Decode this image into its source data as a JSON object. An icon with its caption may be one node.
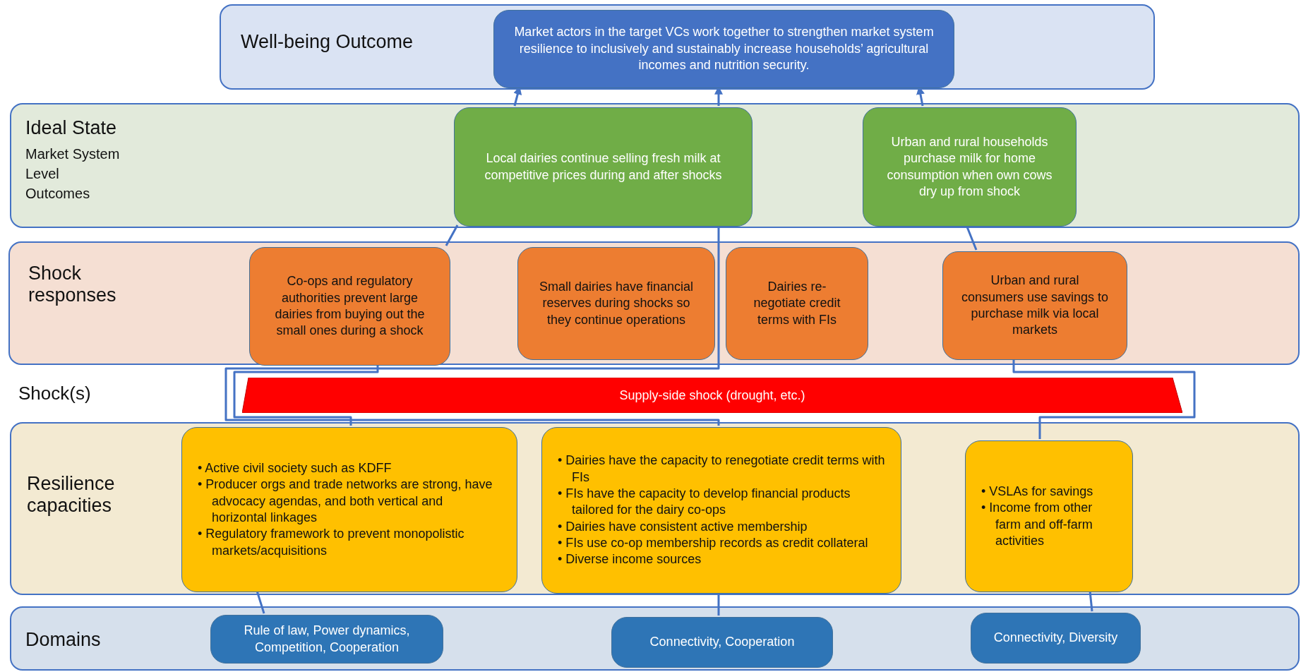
{
  "diagram": {
    "nodes": [
      {
        "text": [
          "Well-being Outcome"
        ]
      },
      {
        "text": [
          "Market actors in the target VCs work together to strengthen market system resilience to inclusively and sustainably increase households’ agricultural incomes and nutrition security."
        ],
        "in": 0
      },
      {
        "text": [
          "Ideal State",
          "Market System Level Outcomes"
        ]
      },
      {
        "text": [
          "Local dairies continue selling fresh milk at competitive prices during and after shocks"
        ],
        "in": 2
      },
      {
        "text": [
          "Urban and rural households purchase milk for home consumption when own cows dry up from shock"
        ],
        "in": 2
      },
      {
        "text": [
          "Shock responses"
        ]
      },
      {
        "text": [
          "Co-ops and regulatory authorities prevent large dairies from buying out the small ones during a shock"
        ],
        "in": 5
      },
      {
        "text": [
          "Small dairies have financial reserves during shocks so they continue operations"
        ],
        "in": 5
      },
      {
        "text": [
          "Dairies re-negotiate credit terms with FIs"
        ],
        "in": 5
      },
      {
        "text": [
          "Urban and rural consumers use savings to purchase milk via local markets"
        ],
        "in": 5
      },
      {
        "text": [
          "Supply-side shock (drought, etc.)"
        ]
      },
      {
        "text": [
          "Resilience capacities"
        ]
      },
      {
        "text": [
          "• Active civil society such as KDFF",
          "• Producer orgs and trade networks are strong, have advocacy agendas, and both vertical and horizontal linkages",
          "• Regulatory framework to prevent monopolistic markets/acquisitions"
        ],
        "in": 11
      },
      {
        "text": [
          "• Dairies have the capacity to renegotiate credit terms with FIs",
          "• FIs have the capacity to develop financial products tailored for the dairy co-ops",
          "• Dairies have consistent active membership",
          "• FIs use co-op membership records as credit collateral",
          "• Diverse income sources"
        ],
        "in": 11
      },
      {
        "text": [
          "• VSLAs for savings",
          "• Income from other farm and off-farm activities"
        ],
        "in": 11
      },
      {
        "text": [
          "Domains"
        ]
      },
      {
        "text": [
          "Rule of law, Power dynamics, Competition, Cooperation"
        ],
        "in": 15
      },
      {
        "text": [
          "Connectivity, Cooperation"
        ],
        "in": 15
      },
      {
        "text": [
          "Connectivity, Diversity"
        ],
        "in": 15
      }
    ],
    "edges": [
      {
        "from": 16,
        "to": 12,
        "arrow": "none"
      },
      {
        "from": 12,
        "to": 6,
        "arrow": "none"
      },
      {
        "from": 6,
        "to": 3,
        "arrow": "none"
      },
      {
        "from": 3,
        "to": 1,
        "arrow": "to"
      },
      {
        "from": 17,
        "to": 13,
        "arrow": "none"
      },
      {
        "from": 13,
        "to": 3,
        "arrow": "none"
      },
      {
        "from": 3,
        "to": 1,
        "arrow": "to"
      },
      {
        "from": 18,
        "to": 14,
        "arrow": "none"
      },
      {
        "from": 14,
        "to": 9,
        "arrow": "none"
      },
      {
        "from": 9,
        "to": 4,
        "arrow": "none"
      },
      {
        "from": 4,
        "to": 1,
        "arrow": "to"
      }
    ],
    "labels": [
      "Shock(s)"
    ]
  }
}
